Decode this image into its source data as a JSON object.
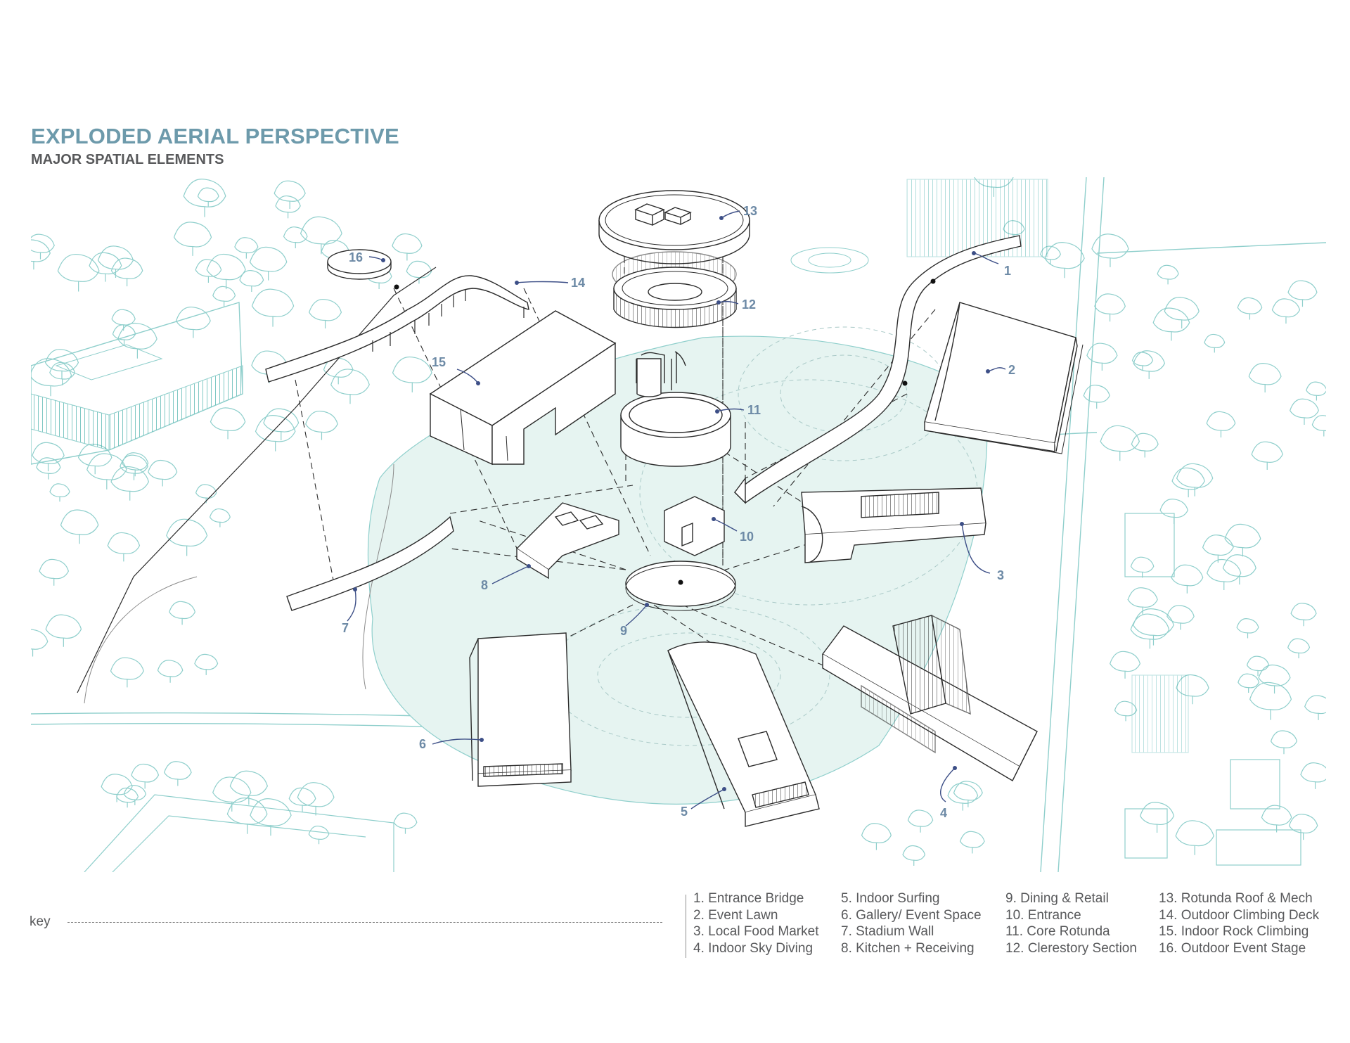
{
  "header": {
    "title": "EXPLODED AERIAL PERSPECTIVE",
    "subtitle": "MAJOR SPATIAL ELEMENTS"
  },
  "colors": {
    "title": "#6d9aab",
    "subtitle": "#58595b",
    "context_lines": "#8fcfcc",
    "lawn_fill": "#e6f4f1",
    "building_stroke": "#2b2b2b",
    "callout_text": "#6d8aa6",
    "callout_leader": "#3d4f87"
  },
  "callouts": [
    "1",
    "2",
    "3",
    "4",
    "5",
    "6",
    "7",
    "8",
    "9",
    "10",
    "11",
    "12",
    "13",
    "14",
    "15",
    "16"
  ],
  "key": {
    "label": "key",
    "columns": [
      [
        "1. Entrance Bridge",
        "2. Event Lawn",
        "3. Local Food Market",
        "4. Indoor Sky Diving"
      ],
      [
        "5. Indoor Surfing",
        "6. Gallery/ Event Space",
        "7.  Stadium Wall",
        "8. Kitchen + Receiving"
      ],
      [
        "9. Dining & Retail",
        "10. Entrance",
        "11. Core Rotunda",
        "12. Clerestory Section"
      ],
      [
        "13. Rotunda Roof & Mech",
        "14. Outdoor Climbing Deck",
        "15. Indoor Rock Climbing",
        "16. Outdoor Event Stage"
      ]
    ]
  }
}
